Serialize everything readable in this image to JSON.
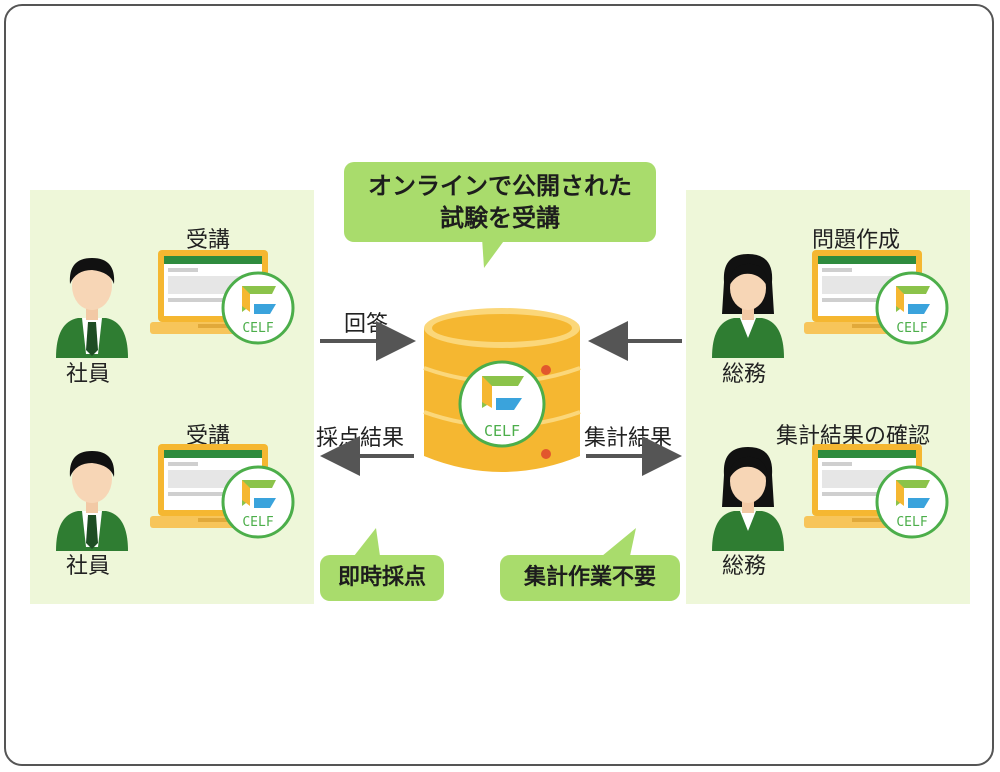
{
  "callouts": {
    "top_line1": "オンラインで公開された",
    "top_line2": "試験を受講",
    "instant_grading": "即時採点",
    "no_aggregation": "集計作業不要"
  },
  "left": {
    "person1": {
      "role": "社員",
      "action": "受講"
    },
    "person2": {
      "role": "社員",
      "action": "受講"
    }
  },
  "right": {
    "person1": {
      "role": "総務",
      "action": "問題作成"
    },
    "person2": {
      "role": "総務",
      "action": "集計結果の確認"
    }
  },
  "flows": {
    "answer": "回答",
    "grading_result": "採点結果",
    "aggregate_result_in": "集計結果"
  },
  "logo": {
    "text": "CELF"
  },
  "colors": {
    "panel_bg": "#eef7d9",
    "bubble": "#a9dc6c",
    "db_gold": "#f5b731",
    "logo_ring": "#4cae4a",
    "suit": "#2f7d32"
  }
}
